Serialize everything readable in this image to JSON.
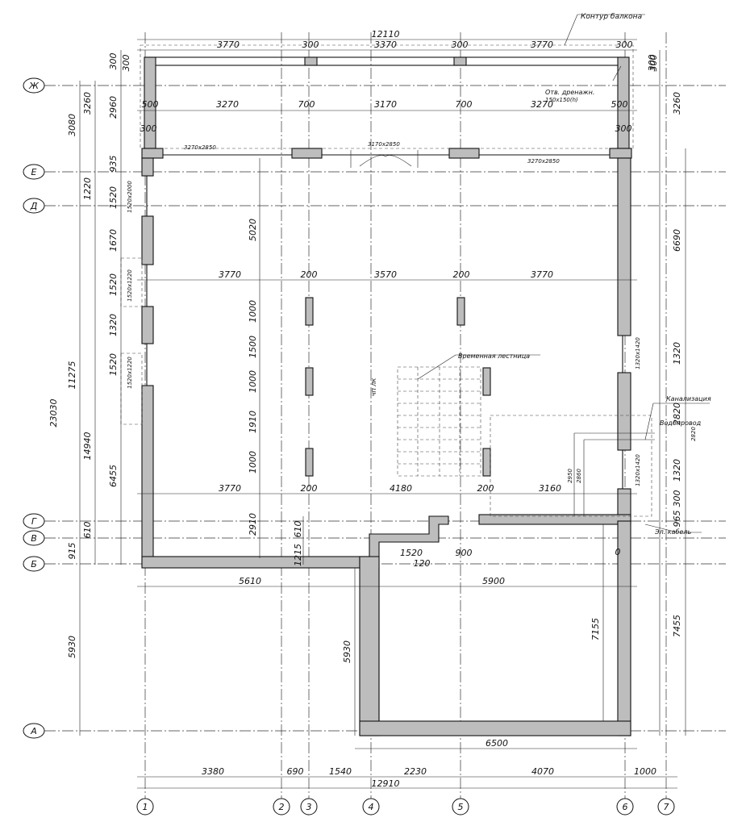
{
  "axes": {
    "columns": [
      "1",
      "2",
      "3",
      "4",
      "5",
      "6",
      "7"
    ],
    "rows": [
      "Ж",
      "Е",
      "Д",
      "Г",
      "В",
      "Б",
      "А"
    ]
  },
  "dims": {
    "top_total": "12110",
    "top_spans": [
      "3770",
      "300",
      "3370",
      "300",
      "3770",
      "300"
    ],
    "top_end_left": "300",
    "top_end_right": "300",
    "row2": [
      "500",
      "3270",
      "700",
      "3170",
      "700",
      "3270",
      "500"
    ],
    "balcony_300_left": "300",
    "balcony_300_right": "300",
    "mid_row": [
      "3770",
      "200",
      "3570",
      "200",
      "3770"
    ],
    "low_row": [
      "3770",
      "200",
      "4180",
      "200",
      "3160"
    ],
    "row_56": [
      "5610",
      "5900"
    ],
    "bottom_6500": "6500",
    "bottom_spans": [
      "3380",
      "690",
      "1540",
      "2230",
      "4070",
      "1000"
    ],
    "bottom_total": "12910",
    "left_far": [
      "3080",
      "11275",
      "23030",
      "915",
      "5930"
    ],
    "left_far2": [
      "3260",
      "1220",
      "14940",
      "610"
    ],
    "left_inner": [
      "300",
      "2960",
      "935",
      "1520",
      "1670",
      "1520",
      "1320",
      "1520",
      "6455"
    ],
    "right_outer": [
      "300",
      "3260",
      "6690",
      "1320",
      "2820",
      "1320",
      "300",
      "965",
      "7455"
    ],
    "col_vert": [
      "5020",
      "1000",
      "1500",
      "1000",
      "1910",
      "1000",
      "2910"
    ],
    "misc": [
      "610",
      "1215",
      "1520",
      "900",
      "120",
      "5930",
      "7155",
      "2950",
      "2860"
    ]
  },
  "labels": {
    "balcony_contour": "Контур балкона",
    "drainage": "Отв. дренажн.",
    "drainage_size": "150x150(h)",
    "temp_stairs": "Временная лестница",
    "sewage": "Канализация",
    "water": "Водопровод",
    "cable": "Эл. кабель",
    "opening_left": "3270x2850",
    "opening_mid": "3170x2850",
    "opening_right": "3270x2850",
    "win1": "1520x2000",
    "win2": "1520x1220",
    "win3": "1520x1220",
    "win_r1": "1320x1420",
    "win_r2": "1320x1420",
    "stair_mark": "ЧП ЛК",
    "small_mark": "2820",
    "zero_mark": "0"
  }
}
